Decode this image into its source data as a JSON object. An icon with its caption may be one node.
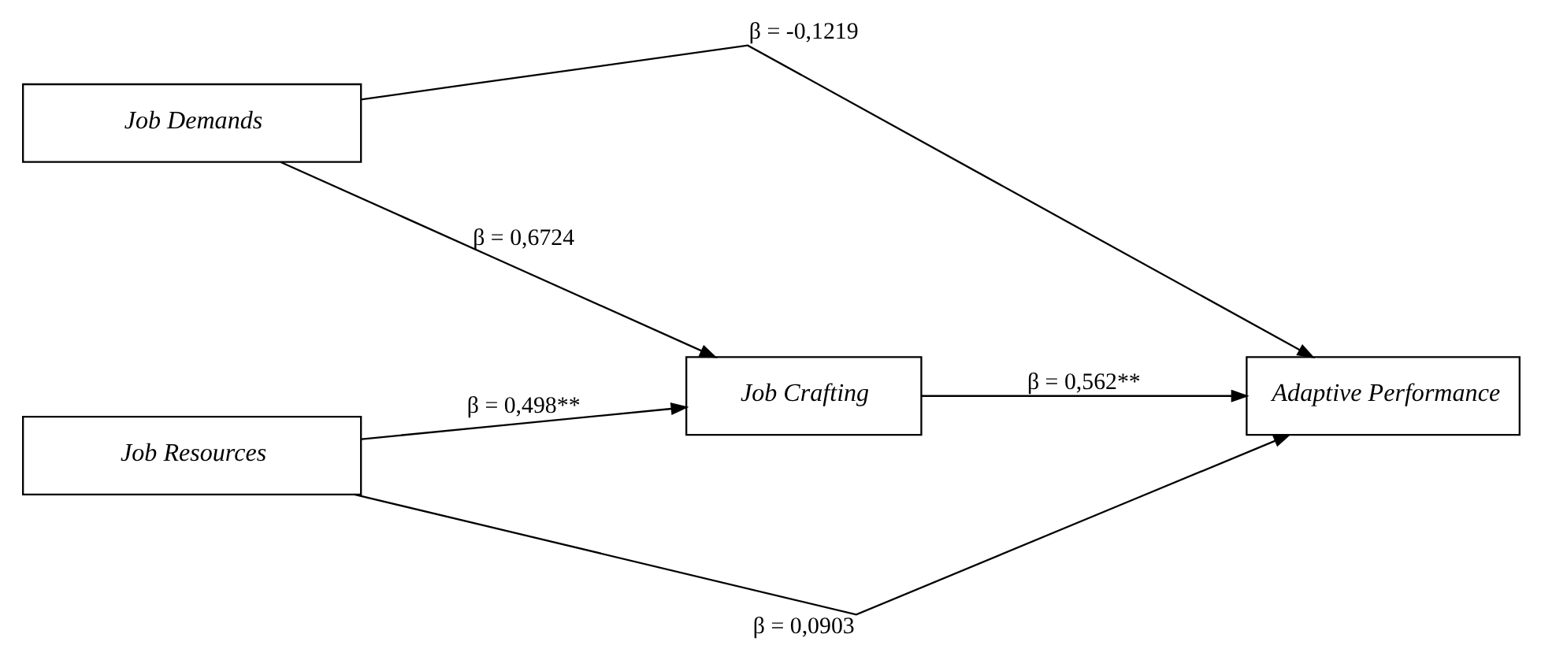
{
  "diagram": {
    "nodes": [
      {
        "text": [
          "Job Demands"
        ]
      },
      {
        "text": [
          "Job Crafting"
        ]
      },
      {
        "text": [
          "Adaptive Performance"
        ]
      },
      {
        "text": [
          "Job Resources"
        ]
      }
    ],
    "edges": [
      {
        "from": 0,
        "to": 2,
        "arrow": "to",
        "label": "β = -0,1219"
      },
      {
        "from": 0,
        "to": 1,
        "arrow": "to",
        "label": "β = 0,6724"
      },
      {
        "from": 1,
        "to": 2,
        "arrow": "to",
        "label": "β = 0,562**"
      },
      {
        "from": 3,
        "to": 1,
        "arrow": "to",
        "label": "β = 0,498**"
      },
      {
        "from": 3,
        "to": 2,
        "arrow": "to",
        "label": "β = 0,0903"
      }
    ]
  }
}
